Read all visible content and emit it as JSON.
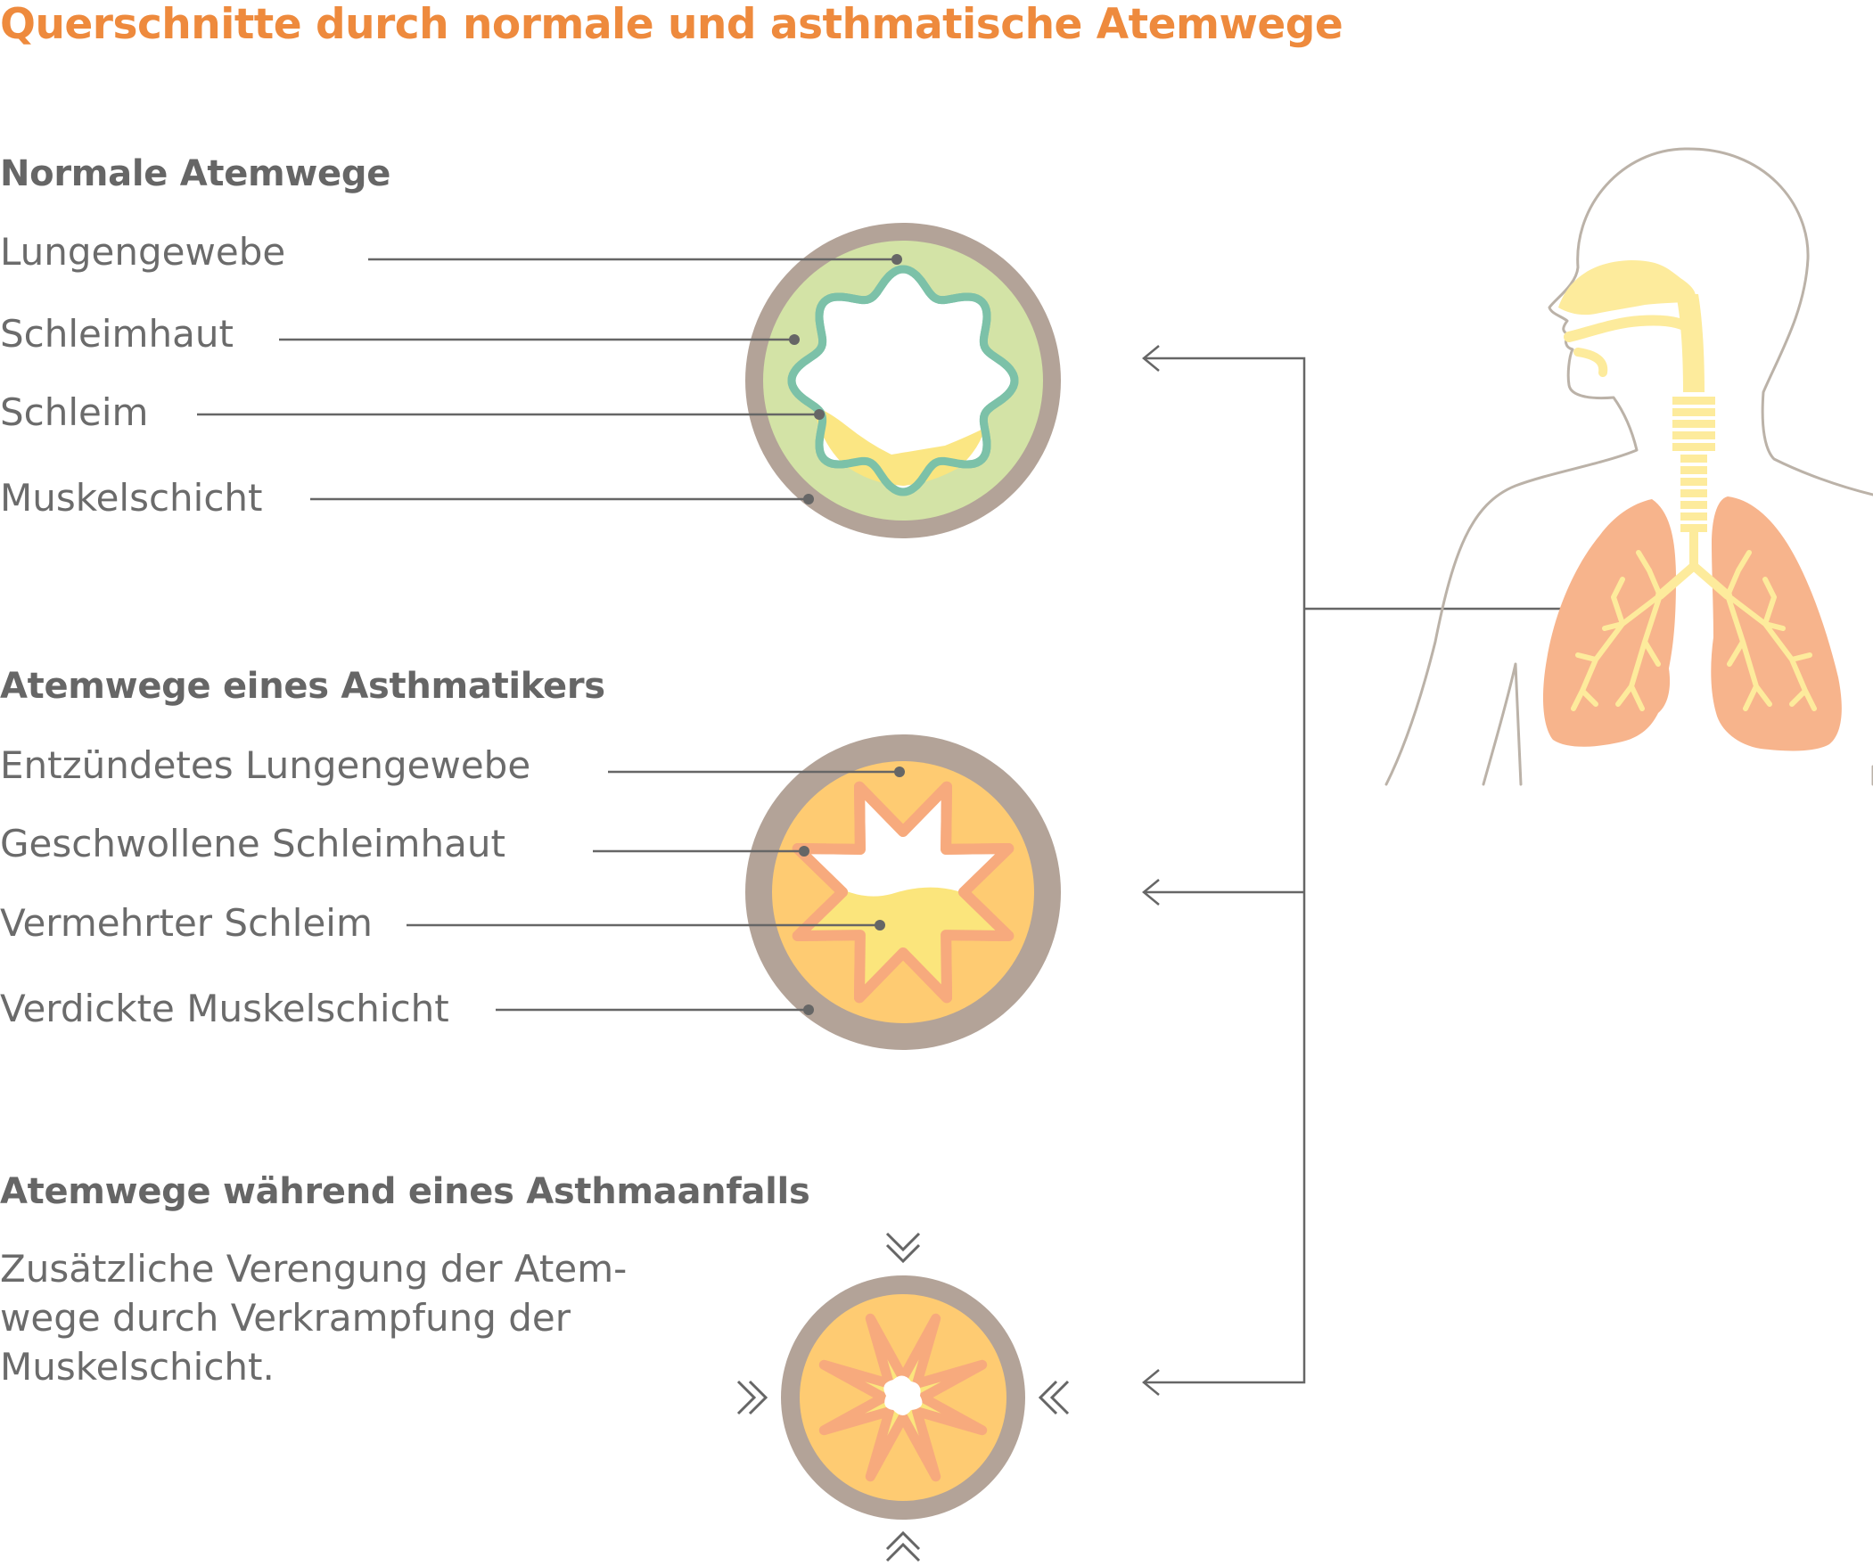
{
  "title": "Querschnitte durch normale und asthmatische Atemwege",
  "normal": {
    "heading": "Normale Atemwege",
    "labels": [
      "Lungengewebe",
      "Schleimhaut",
      "Schleim",
      "Muskelschicht"
    ]
  },
  "asthmatic": {
    "heading": "Atemwege eines Asthmatikers",
    "labels": [
      "Entzündetes Lungengewebe",
      "Geschwollene Schleimhaut",
      "Vermehrter Schleim",
      "Verdickte Muskelschicht"
    ]
  },
  "attack": {
    "heading": "Atemwege während eines Asthmaanfalls",
    "text_lines": [
      "Zusätzliche Verengung der Atem-",
      "wege durch Verkrampfung der",
      "Muskelschicht."
    ]
  },
  "colors": {
    "title": "#ee8a3d",
    "muscle": "#b3a398",
    "lung_tissue_normal": "#d3e3a6",
    "mucosa_normal": "#7cc1a8",
    "mucus": "#fbe57c",
    "lung_tissue_inflamed": "#fecb72",
    "mucosa_swollen": "#f7aa7d",
    "lungs": "#f7b48c",
    "airway": "#fdeb9c",
    "lines": "#666666",
    "outline": "#bbb2a8"
  }
}
